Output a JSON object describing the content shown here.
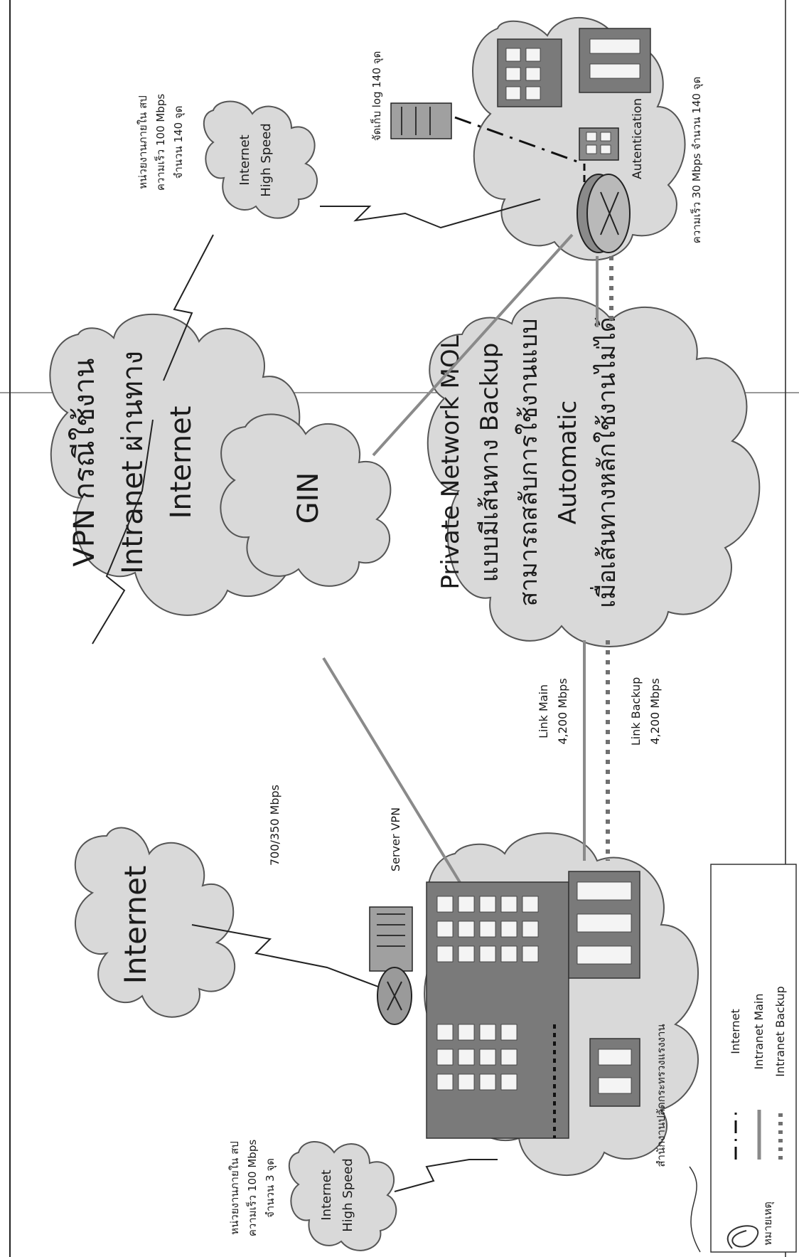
{
  "clouds": {
    "internet": "Internet",
    "vpn_line1": "VPN กรณีใช้งาน",
    "vpn_line2": "Intranet ผ่านทาง",
    "vpn_line3": "Internet",
    "gin": "GIN",
    "private_line1": "Private Network MOL",
    "private_line2": "แบบมีเส้นทาง Backup",
    "private_line3": "สามารถสลับการใช้งานแบบ",
    "private_line4": "Automatic",
    "private_line5": "เมื่อเส้นทางหลักใช้งานไม่ได้",
    "hs_top_line1": "Internet",
    "hs_top_line2": "High Speed",
    "hs_bottom_line1": "Internet",
    "hs_bottom_line2": "High Speed"
  },
  "labels": {
    "top_units_line1": "หน่วยงานภายใน สป",
    "top_units_line2": "ความเร็ว 100 Mbps",
    "top_units_line3": "จำนวน 140 จุด",
    "log_store": "จัดเก็บ log 140 จุด",
    "autentication": "Autentication",
    "speed_30": "ความเร็ว 30 Mbps จำนวน 140 จุด",
    "bandwidth_700": "700/350 Mbps",
    "server_vpn": "Server VPN",
    "link_main_line1": "Link Main",
    "link_main_line2": "4,200 Mbps",
    "link_backup_line1": "Link Backup",
    "link_backup_line2": "4,200 Mbps",
    "ministry": "สำนักงานปลัดกระทรวงแรงงาน",
    "bottom_units_line1": "หน่วยงานภายใน สป",
    "bottom_units_line2": "ความเร็ว 100 Mbps",
    "bottom_units_line3": "จำนวน 3 จุด"
  },
  "legend": {
    "title": "หมายเหตุ",
    "items": [
      "Internet",
      "Intranet Main",
      "Intranet Backup"
    ]
  },
  "colors": {
    "cloud": "#d9d9d9",
    "main_link": "#8a8a8a",
    "backup_link": "#707070",
    "internet_link": "#111111"
  }
}
